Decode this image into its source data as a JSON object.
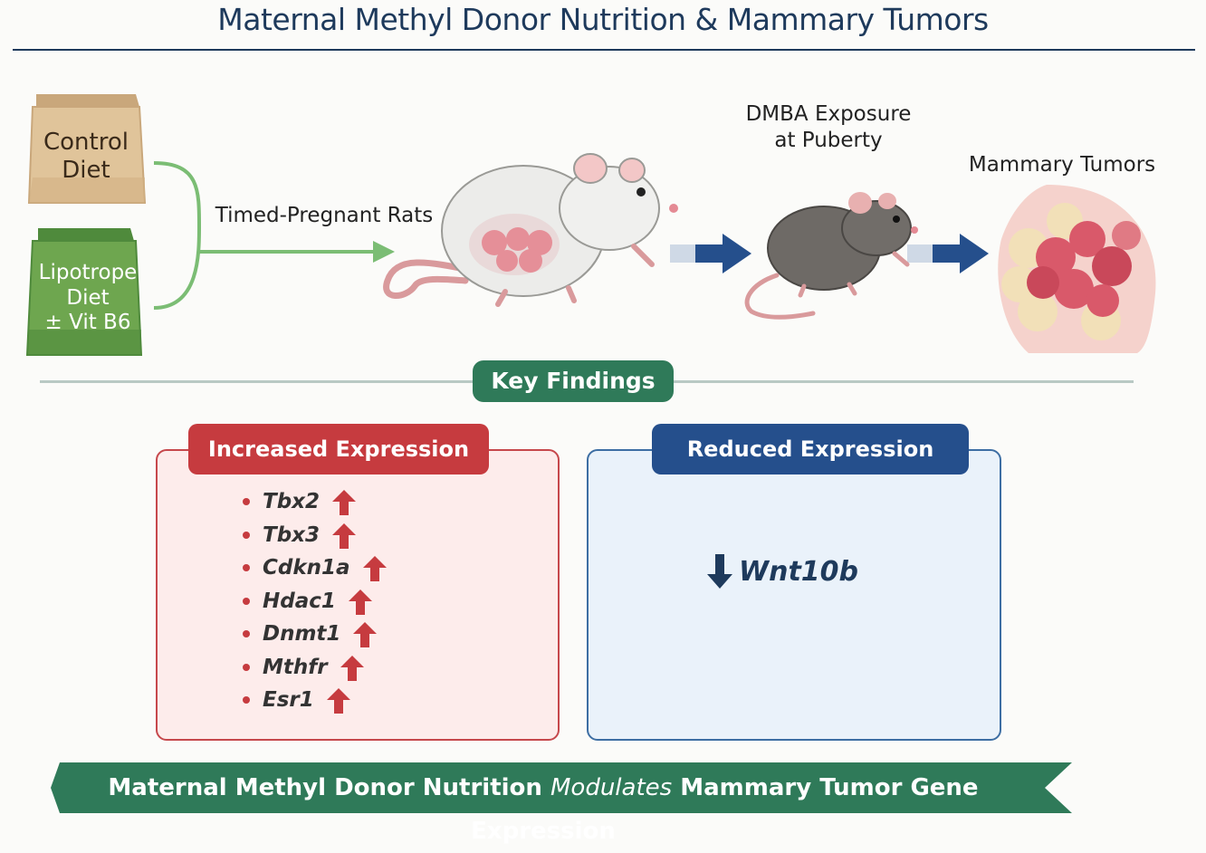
{
  "title": "Maternal Methyl Donor Nutrition & Mammary Tumors",
  "diets": {
    "control": [
      "Control",
      "Diet"
    ],
    "lipotrope": [
      "Lipotrope",
      "Diet",
      "± Vit B6"
    ]
  },
  "flow": {
    "timed_pregnant": "Timed-Pregnant Rats",
    "dmba": [
      "DMBA Exposure",
      "at Puberty"
    ],
    "tumors": "Mammary Tumors"
  },
  "key_findings": "Key Findings",
  "increased": {
    "title": "Increased Expression",
    "genes": [
      "Tbx2",
      "Tbx3",
      "Cdkn1a",
      "Hdac1",
      "Dnmt1",
      "Mthfr",
      "Esr1"
    ]
  },
  "reduced": {
    "title": "Reduced Expression",
    "genes": [
      "Wnt10b"
    ]
  },
  "banner": {
    "part1": "Maternal Methyl Donor Nutrition",
    "part2": "Modulates",
    "part3": "Mammary Tumor Gene Expression"
  },
  "colors": {
    "title": "#1e3a5c",
    "green": "#2f7a59",
    "red": "#c63b3f",
    "blue": "#254f8c"
  }
}
